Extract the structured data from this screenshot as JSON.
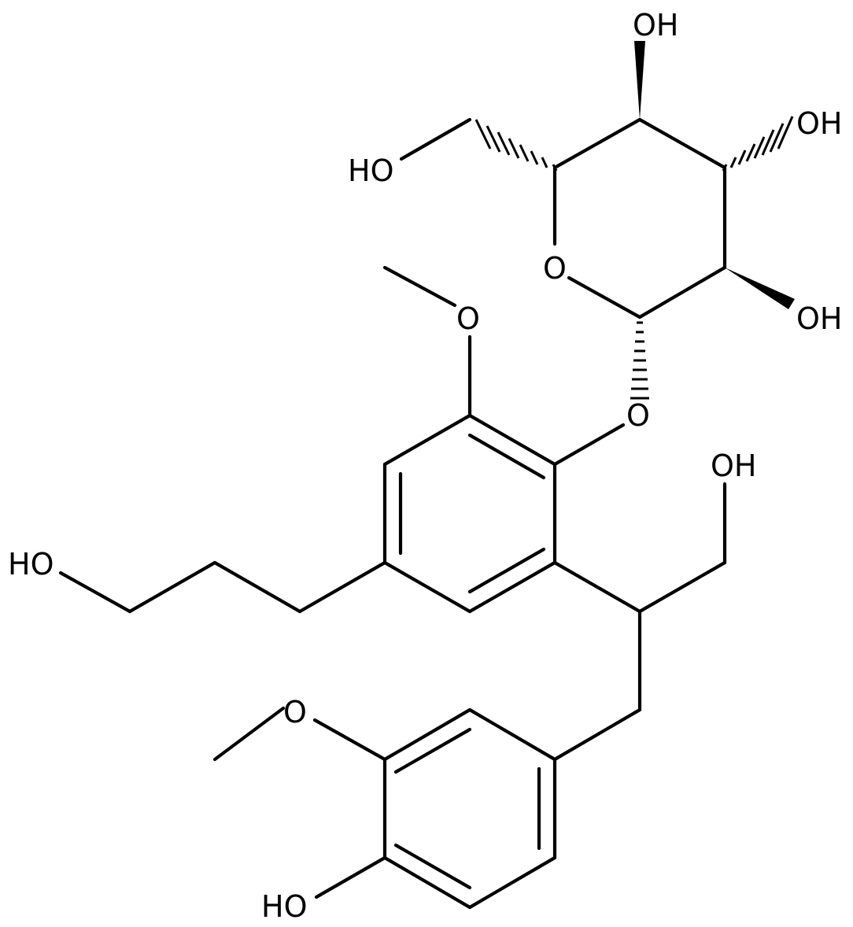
{
  "labels": {
    "oh_top": "OH",
    "oh_right_upper": "OH",
    "ho_left": "HO",
    "ring_o": "O",
    "oh_right_lower": "OH",
    "methoxy_o_upper": "O",
    "glycoside_o": "O",
    "oh_side_chain": "OH",
    "ho_propyl": "HO",
    "methoxy_o_lower": "O",
    "ho_phenol": "HO"
  }
}
